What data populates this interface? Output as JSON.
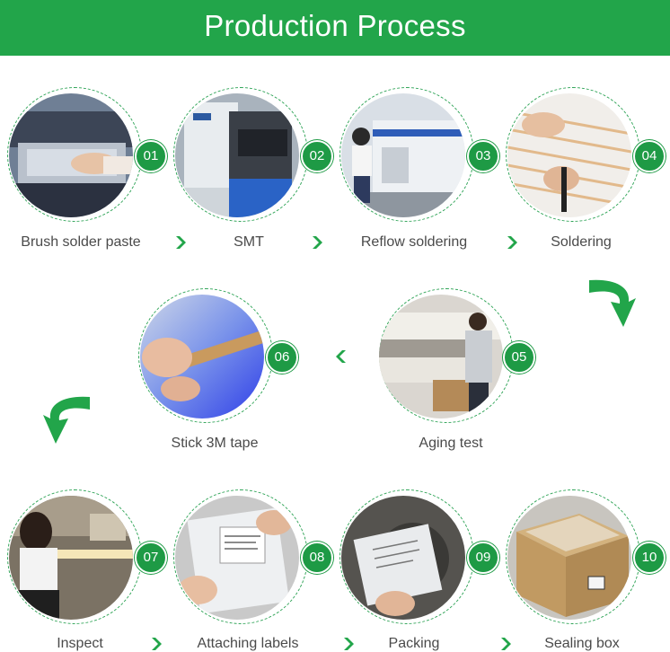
{
  "header": {
    "title": "Production Process"
  },
  "steps": [
    {
      "number": "01",
      "label": "Brush solder paste"
    },
    {
      "number": "02",
      "label": "SMT"
    },
    {
      "number": "03",
      "label": "Reflow soldering"
    },
    {
      "number": "04",
      "label": "Soldering"
    },
    {
      "number": "05",
      "label": "Aging test"
    },
    {
      "number": "06",
      "label": "Stick 3M tape"
    },
    {
      "number": "07",
      "label": "Inspect"
    },
    {
      "number": "08",
      "label": "Attaching labels"
    },
    {
      "number": "09",
      "label": "Packing"
    },
    {
      "number": "10",
      "label": "Sealing box"
    }
  ],
  "colors": {
    "brand_green": "#22a54a",
    "badge_green": "#1e9a45",
    "label_gray": "#4a4a4a"
  }
}
